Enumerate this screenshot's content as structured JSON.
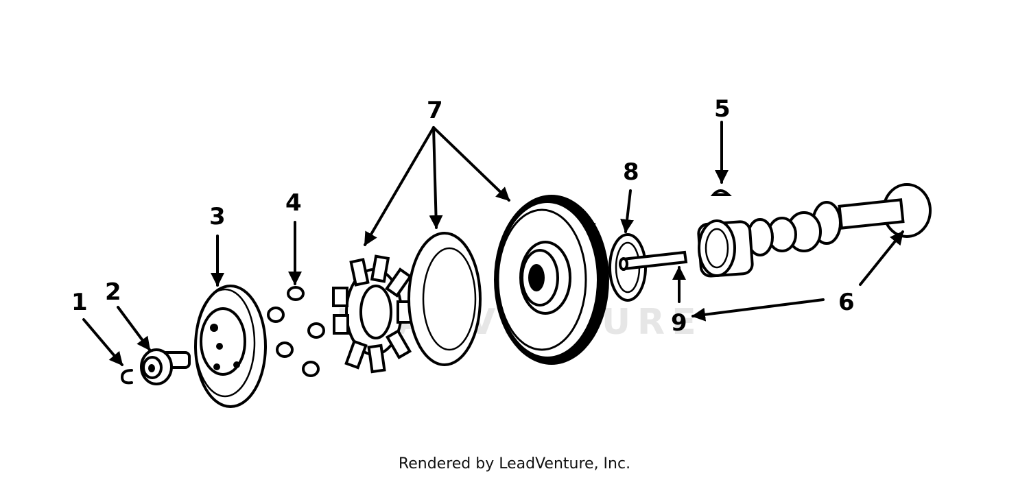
{
  "watermark": "LEADVENTURE",
  "credit": "Rendered by LeadVenture, Inc.",
  "callouts": {
    "c1": "1",
    "c2": "2",
    "c3": "3",
    "c4": "4",
    "c5": "5",
    "c6": "6",
    "c7": "7",
    "c8": "8",
    "c9": "9"
  }
}
